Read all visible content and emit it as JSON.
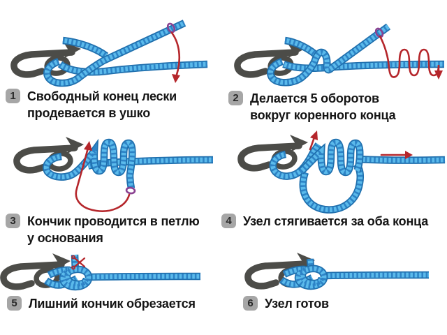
{
  "diagram_subject": "fishing-knot-tying-instructions",
  "steps": [
    {
      "num": "1",
      "lines": [
        "Свободный конец лески",
        "продевается в ушко"
      ]
    },
    {
      "num": "2",
      "lines": [
        "Делается 5 оборотов",
        "вокруг коренного конца"
      ]
    },
    {
      "num": "3",
      "lines": [
        "Кончик проводится в петлю",
        "у основания"
      ]
    },
    {
      "num": "4",
      "lines": [
        "Узел стягивается за оба конца"
      ]
    },
    {
      "num": "5",
      "lines": [
        "Лишний кончик обрезается"
      ]
    },
    {
      "num": "6",
      "lines": [
        "Узел готов"
      ]
    }
  ],
  "icons": {
    "hook": "fish-hook-icon",
    "cut": "scissors-icon",
    "direction": "red-arrow-icon",
    "tag_marker": "purple-ring-icon",
    "step_marker": "number-badge"
  },
  "colors": {
    "line_blue": "#5bbaeb",
    "line_blue_dark": "#2d83c6",
    "line_outline": "#1f6fad",
    "hook_gray": "#4c4c48",
    "arrow_red": "#b5262b",
    "marker_purple": "#8a4191",
    "badge_gray": "#a6a6a6",
    "text_black": "#141414",
    "background": "#ffffff"
  }
}
